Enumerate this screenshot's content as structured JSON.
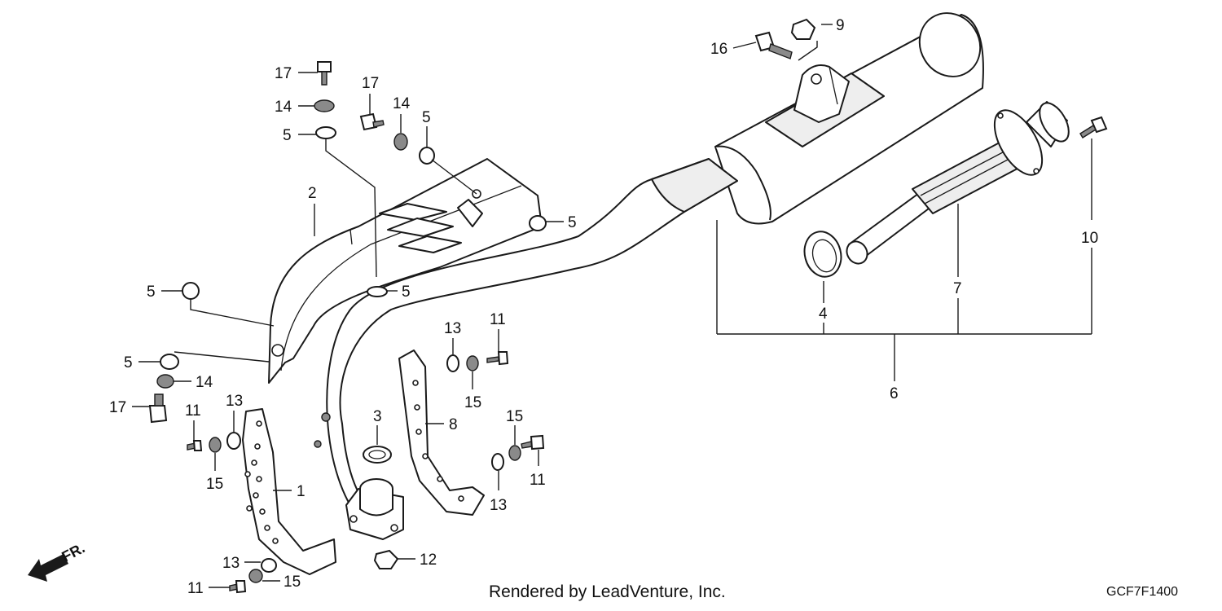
{
  "callouts": {
    "c1": "1",
    "c2": "2",
    "c3": "3",
    "c4": "4",
    "c5": "5",
    "c6": "6",
    "c7": "7",
    "c8": "8",
    "c9": "9",
    "c10": "10",
    "c11": "11",
    "c12": "12",
    "c13": "13",
    "c14": "14",
    "c15": "15",
    "c16": "16",
    "c17": "17"
  },
  "front_indicator": "FR.",
  "footer": {
    "credit": "Rendered by LeadVenture, Inc.",
    "diagram_code": "GCF7F1400"
  },
  "colors": {
    "line": "#1a1a1a",
    "background": "#ffffff",
    "hardware_fill": "#8a8a8a"
  }
}
